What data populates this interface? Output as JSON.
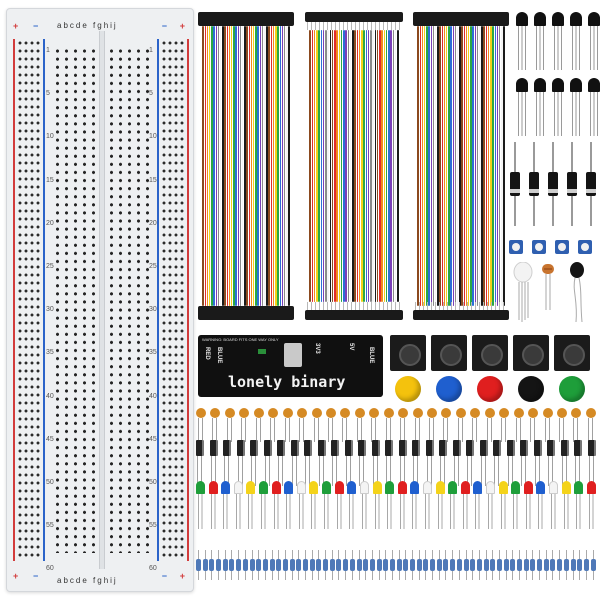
{
  "breadboard": {
    "top_letters": "abcde  fghij",
    "bottom_letters": "abcde  fghij",
    "row_numbers": [
      "1",
      "5",
      "10",
      "15",
      "20",
      "25",
      "30",
      "35",
      "40",
      "45",
      "50",
      "55",
      "60"
    ],
    "plus": "+",
    "minus": "−",
    "rail_colors": {
      "positive": "#d23b3b",
      "negative": "#2b63c9"
    }
  },
  "wire_colors": [
    "#8b4a1f",
    "#e02b2b",
    "#f08a1c",
    "#f2d11a",
    "#2aa844",
    "#2b6fd6",
    "#7b3fb8",
    "#8a8a8a",
    "#f4f4f4",
    "#1a1a1a"
  ],
  "power_module": {
    "brand": "lonely binary",
    "warning": "WARNING: BOARD FITS ONE WAY ONLY",
    "label_3v3": "3V3",
    "label_5v": "5V",
    "label_red": "RED",
    "label_blue": "BLUE",
    "label_blue_right": "BLUE"
  },
  "button_caps": [
    "#f4c20d",
    "#1f5fcf",
    "#e01f1f",
    "#141414",
    "#1e9e3a"
  ],
  "led_colors": [
    "#1e9e3a",
    "#e01f1f",
    "#1f5fcf",
    "#f4f4f4",
    "#f4d31a"
  ],
  "icons": [
    "breadboard",
    "jumper-wire",
    "transistor",
    "diode",
    "potentiometer",
    "photoresistor",
    "thermistor",
    "power-module",
    "tactile-button",
    "ceramic-capacitor",
    "electrolytic-capacitor",
    "led",
    "resistor"
  ]
}
